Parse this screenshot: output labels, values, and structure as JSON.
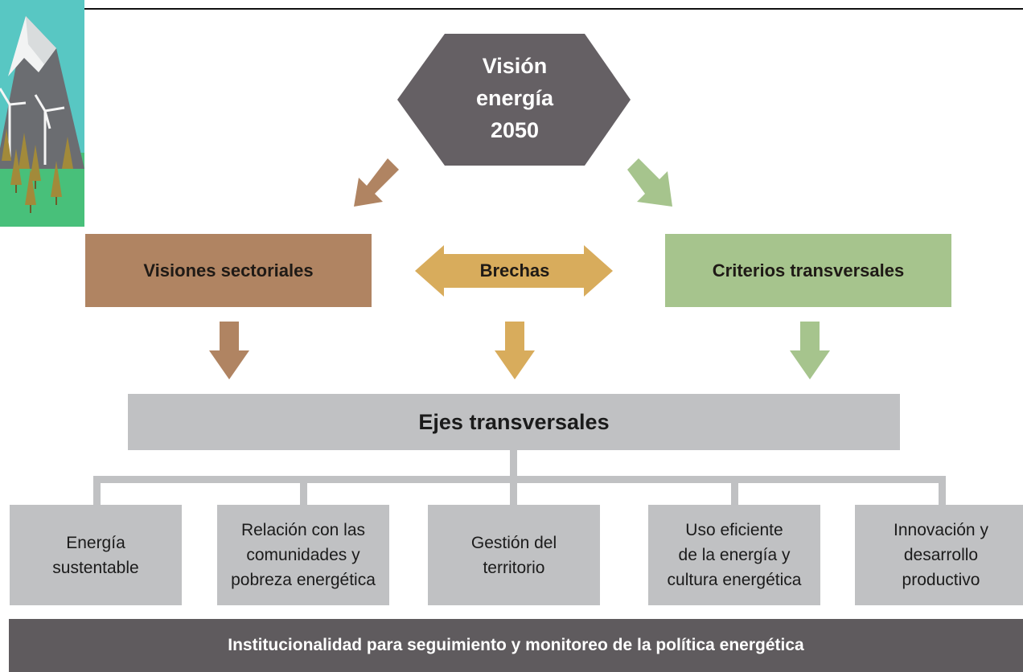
{
  "diagram": {
    "vision": {
      "lines": [
        "Visión",
        "energía",
        "2050"
      ]
    },
    "visiones_sectoriales": "Visiones sectoriales",
    "brechas": "Brechas",
    "criterios_transversales": "Criterios transversales",
    "ejes_transversales": "Ejes transversales",
    "ejes": [
      "Energía\nsustentable",
      "Relación con las\ncomunidades y\npobreza energética",
      "Gestión del\nterritorio",
      "Uso eficiente\nde la energía y\ncultura energética",
      "Innovación y\ndesarrollo\nproductivo"
    ],
    "footer": "Institucionalidad para seguimiento y monitoreo de la política energética"
  },
  "colors": {
    "brown": "#b08462",
    "gold": "#d8ac5c",
    "green": "#a6c48d",
    "gray": "#c0c1c3",
    "dark": "#5f5b5e",
    "hexagon": "#656064"
  },
  "icons": [
    "mountain-wind-turbine-illustration-icon"
  ]
}
